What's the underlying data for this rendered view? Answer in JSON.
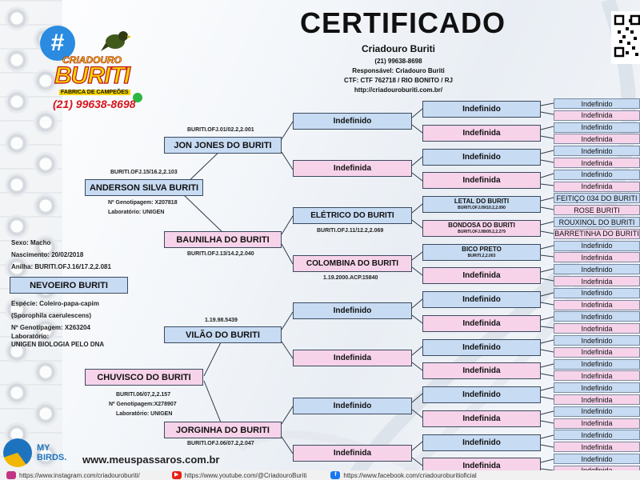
{
  "header": {
    "title": "CERTIFICADO",
    "breeder": "Criadouro Buriti",
    "phone": "(21) 99638-8698",
    "responsible": "Responsável: Criadouro Buriti",
    "ctf": "CTF: CTF 762718 / RIO BONITO / RJ",
    "url": "http://criadouroburiti.com.br/"
  },
  "logo": {
    "hash": "#",
    "line1": "CRIADOURO",
    "line2": "BURITI",
    "tagline": "FABRICA DE CAMPEÕES",
    "phone": "(21) 99638-8698"
  },
  "bird": {
    "sex": "Sexo: Macho",
    "birth": "Nascimento: 20/02/2018",
    "ring": "Anilha: BURITI.OFJ.16/17.2,2.081",
    "name": "NEVOEIRO BURITI",
    "species": "Espécie: Coleiro-papa-capim",
    "scientific": "(Sporophila caerulescens)",
    "genotype": "Nº Genotipagem:  X263204",
    "lab_label": "Laboratório:",
    "lab": "UNIGEN BIOLOGIA PELO DNA"
  },
  "father": {
    "name": "ANDERSON SILVA BURITI",
    "ring": "BURITI.OFJ.15/16.2,2.103",
    "genotype": "Nº Genotipagem: X207818",
    "lab": "Laboratório: UNIGEN"
  },
  "mother": {
    "name": "CHUVISCO DO BURITI",
    "ring": "BURITI.06/07,2,2.157",
    "genotype": "Nº Genotipagem:X278907",
    "lab": "Laboratório: UNIGEN"
  },
  "gen2": [
    {
      "name": "JON JONES DO BURITI",
      "ring": "BURITI.OFJ.01/02.2,2.001"
    },
    {
      "name": "BAUNILHA DO BURITI",
      "ring": "BURITI.OFJ.13/14.2,2.040"
    },
    {
      "name": "VILÃO DO BURITI",
      "ring": "1.19.98.5439"
    },
    {
      "name": "JORGINHA DO BURITI",
      "ring": "BURITI.OFJ.06/07.2,2.047"
    }
  ],
  "gen3": [
    {
      "name": "Indefinido",
      "ring": ""
    },
    {
      "name": "Indefinida",
      "ring": ""
    },
    {
      "name": "ELÉTRICO DO BURITI",
      "ring": "BURITI.OFJ.11/12.2,2.069"
    },
    {
      "name": "COLOMBINA DO BURITI",
      "ring": "1.19.2000.ACP.15840"
    },
    {
      "name": "Indefinido",
      "ring": ""
    },
    {
      "name": "Indefinida",
      "ring": ""
    },
    {
      "name": "Indefinido",
      "ring": ""
    },
    {
      "name": "Indefinida",
      "ring": ""
    }
  ],
  "gen4": [
    {
      "name": "Indefinido",
      "ring": ""
    },
    {
      "name": "Indefinida",
      "ring": ""
    },
    {
      "name": "Indefinido",
      "ring": ""
    },
    {
      "name": "Indefinida",
      "ring": ""
    },
    {
      "name": "LETAL DO BURITI",
      "ring": "BURITI.OFJ.09/10.2,2.090"
    },
    {
      "name": "BONDOSA DO BURITI",
      "ring": "BURITI.OFJ.08/09.2,2.279"
    },
    {
      "name": "BICO PRETO",
      "ring": "BURITI.2,2.003"
    },
    {
      "name": "Indefinida",
      "ring": ""
    },
    {
      "name": "Indefinido",
      "ring": ""
    },
    {
      "name": "Indefinida",
      "ring": ""
    },
    {
      "name": "Indefinido",
      "ring": ""
    },
    {
      "name": "Indefinida",
      "ring": ""
    },
    {
      "name": "Indefinido",
      "ring": ""
    },
    {
      "name": "Indefinida",
      "ring": ""
    },
    {
      "name": "Indefinido",
      "ring": ""
    },
    {
      "name": "Indefinida",
      "ring": ""
    }
  ],
  "gen5": [
    "Indefinido",
    "Indefinida",
    "Indefinido",
    "Indefinida",
    "Indefinido",
    "Indefinida",
    "Indefinido",
    "Indefinida",
    "FEITIÇO 034 DO BURITI",
    "ROSE BURITI",
    "ROUXINOL DO BURITI",
    "BARRETINHA DO BURITI",
    "Indefinido",
    "Indefinida",
    "Indefinido",
    "Indefinida",
    "Indefinido",
    "Indefinida",
    "Indefinido",
    "Indefinida",
    "Indefinido",
    "Indefinida",
    "Indefinido",
    "Indefinida",
    "Indefinido",
    "Indefinida",
    "Indefinido",
    "Indefinida",
    "Indefinido",
    "Indefinida",
    "Indefinido",
    "Indefinida"
  ],
  "footer": {
    "mybirds_line1": "MY",
    "mybirds_line2": "BIRDS.",
    "site": "www.meuspassaros.com.br",
    "instagram": "https://www.instagram.com/criadouroburiti/",
    "youtube": "https://www.youtube.com/@CriadouroBuriti",
    "facebook": "https://www.facebook.com/criadouroburitioficial"
  },
  "colors": {
    "male": "#c7dbf3",
    "female": "#f7d3ea",
    "line": "#3a4a5e",
    "logo_red": "#d8141c",
    "logo_yellow": "#f5d400"
  }
}
